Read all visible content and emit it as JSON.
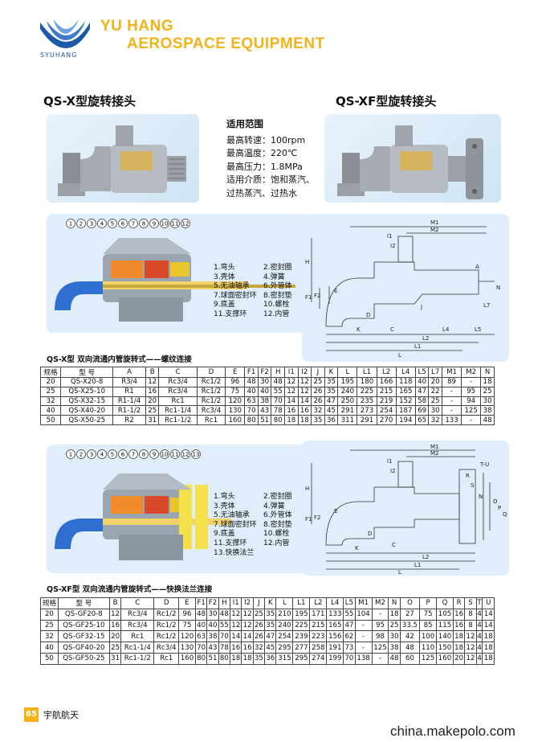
{
  "header": {
    "logo_sub": "SYUHANG",
    "brand_line1": "YU HANG",
    "brand_line2": "AEROSPACE EQUIPMENT"
  },
  "titles": {
    "left": "QS-X型旋转接头",
    "right": "QS-XF型旋转接头"
  },
  "spec": {
    "heading": "适用范围",
    "lines": [
      "最高转速：100rpm",
      "最高温度：220℃",
      "最高压力：1.8MPa",
      "适用介质：饱和蒸汽、",
      "过热蒸汽、过热水"
    ]
  },
  "diagram1": {
    "numbers": [
      "1",
      "2",
      "3",
      "4",
      "5",
      "6",
      "7",
      "8",
      "9",
      "10",
      "11",
      "12"
    ],
    "legend": [
      [
        "1.弯头",
        "2.密封圈"
      ],
      [
        "3.壳体",
        "4.弹簧"
      ],
      [
        "5.无油轴承",
        "6.外管体"
      ],
      [
        "7.球面密封环",
        "8.密封垫"
      ],
      [
        "9.底盖",
        "10.螺栓"
      ],
      [
        "11.支撑环",
        "12.内管"
      ]
    ]
  },
  "diagram2": {
    "numbers": [
      "1",
      "2",
      "3",
      "4",
      "5",
      "6",
      "7",
      "8",
      "9",
      "10",
      "11",
      "12",
      "13"
    ],
    "legend": [
      [
        "1.弯头",
        "2.密封圈"
      ],
      [
        "3.壳体",
        "4.弹簧"
      ],
      [
        "5.无油轴承",
        "6.外管体"
      ],
      [
        "7.球面密封环",
        "8.密封垫"
      ],
      [
        "9.底盖",
        "10.螺栓"
      ],
      [
        "11.支撑环",
        "12.内管"
      ],
      [
        "13.快换法兰",
        ""
      ]
    ]
  },
  "dims1": [
    "M1",
    "M2",
    "I1",
    "I2",
    "H",
    "F1",
    "F2",
    "E",
    "D",
    "A",
    "N",
    "L7",
    "L4",
    "L5",
    "L2",
    "L1",
    "L",
    "K",
    "C",
    "J"
  ],
  "dims2": [
    "M1",
    "M2",
    "I1",
    "I2",
    "T-U",
    "H",
    "F1",
    "F2",
    "E",
    "D",
    "N",
    "O",
    "P",
    "Q",
    "R",
    "S",
    "K",
    "C",
    "L2",
    "L1",
    "L"
  ],
  "table1": {
    "caption": "QS-X型  双向流通内管旋转式——螺纹连接",
    "headers": [
      "规格",
      "型 号",
      "A",
      "B",
      "C",
      "D",
      "E",
      "F1",
      "F2",
      "H",
      "I1",
      "I2",
      "J",
      "K",
      "L",
      "L1",
      "L2",
      "L4",
      "L5",
      "L7",
      "M1",
      "M2",
      "N"
    ],
    "rows": [
      [
        "20",
        "QS-X20-8",
        "R3/4",
        "12",
        "Rc3/4",
        "Rc1/2",
        "96",
        "48",
        "30",
        "48",
        "12",
        "12",
        "25",
        "35",
        "195",
        "180",
        "166",
        "118",
        "40",
        "20",
        "89",
        "-",
        "18"
      ],
      [
        "25",
        "QS-X25-10",
        "R1",
        "16",
        "Rc3/4",
        "Rc1/2",
        "75",
        "40",
        "40",
        "55",
        "12",
        "12",
        "26",
        "35",
        "240",
        "225",
        "215",
        "165",
        "47",
        "22",
        "-",
        "95",
        "25"
      ],
      [
        "32",
        "QS-X32-15",
        "R1-1/4",
        "20",
        "Rc1",
        "Rc1/2",
        "120",
        "63",
        "38",
        "70",
        "14",
        "14",
        "26",
        "47",
        "250",
        "235",
        "219",
        "152",
        "58",
        "25",
        "-",
        "94",
        "30"
      ],
      [
        "40",
        "QS-X40-20",
        "R1-1/2",
        "25",
        "Rc1-1/4",
        "Rc3/4",
        "130",
        "70",
        "43",
        "78",
        "16",
        "16",
        "32",
        "45",
        "291",
        "273",
        "254",
        "187",
        "69",
        "30",
        "-",
        "125",
        "38"
      ],
      [
        "50",
        "QS-X50-25",
        "R2",
        "31",
        "Rc1-1/2",
        "Rc1",
        "160",
        "80",
        "51",
        "80",
        "18",
        "18",
        "35",
        "36",
        "311",
        "291",
        "270",
        "194",
        "65",
        "32",
        "133",
        "-",
        "48"
      ]
    ]
  },
  "table2": {
    "caption": "QS-XF型  双向流通内管旋转式——快换法兰连接",
    "headers": [
      "规格",
      "型 号",
      "B",
      "C",
      "D",
      "E",
      "F1",
      "F2",
      "H",
      "I1",
      "I2",
      "J",
      "K",
      "L",
      "L1",
      "L2",
      "L4",
      "L5",
      "M1",
      "M2",
      "N",
      "O",
      "P",
      "Q",
      "R",
      "S",
      "T",
      "U"
    ],
    "rows": [
      [
        "20",
        "QS-GF20-8",
        "12",
        "Rc3/4",
        "Rc1/2",
        "96",
        "48",
        "30",
        "48",
        "12",
        "12",
        "25",
        "35",
        "210",
        "195",
        "171",
        "133",
        "55",
        "104",
        "-",
        "18",
        "27",
        "75",
        "105",
        "16",
        "8",
        "4",
        "14"
      ],
      [
        "25",
        "QS-GF25-10",
        "16",
        "Rc3/4",
        "Rc1/2",
        "75",
        "40",
        "40",
        "55",
        "12",
        "12",
        "26",
        "35",
        "240",
        "225",
        "215",
        "165",
        "47",
        "-",
        "95",
        "25",
        "33.5",
        "85",
        "115",
        "16",
        "8",
        "4",
        "14"
      ],
      [
        "32",
        "QS-GF32-15",
        "20",
        "Rc1",
        "Rc1/2",
        "120",
        "63",
        "38",
        "70",
        "14",
        "14",
        "26",
        "47",
        "254",
        "239",
        "223",
        "156",
        "62",
        "-",
        "98",
        "30",
        "42",
        "100",
        "140",
        "18",
        "12",
        "4",
        "18"
      ],
      [
        "40",
        "QS-GF40-20",
        "25",
        "Rc1-1/4",
        "Rc3/4",
        "130",
        "70",
        "43",
        "78",
        "16",
        "16",
        "32",
        "45",
        "295",
        "277",
        "258",
        "191",
        "73",
        "-",
        "125",
        "38",
        "48",
        "110",
        "150",
        "18",
        "12",
        "4",
        "18"
      ],
      [
        "50",
        "QS-GF50-25",
        "31",
        "Rc1-1/2",
        "Rc1",
        "160",
        "80",
        "51",
        "80",
        "18",
        "18",
        "35",
        "36",
        "315",
        "295",
        "274",
        "199",
        "70",
        "138",
        "-",
        "48",
        "60",
        "125",
        "160",
        "20",
        "12",
        "4",
        "18"
      ]
    ]
  },
  "footer": {
    "page": "65",
    "text": "宇航航天",
    "watermark": "china.makepolo.com"
  },
  "colors": {
    "brand": "#f2b21a",
    "logo_blue": "#1c5aa8",
    "panel": "#dfeefa"
  }
}
